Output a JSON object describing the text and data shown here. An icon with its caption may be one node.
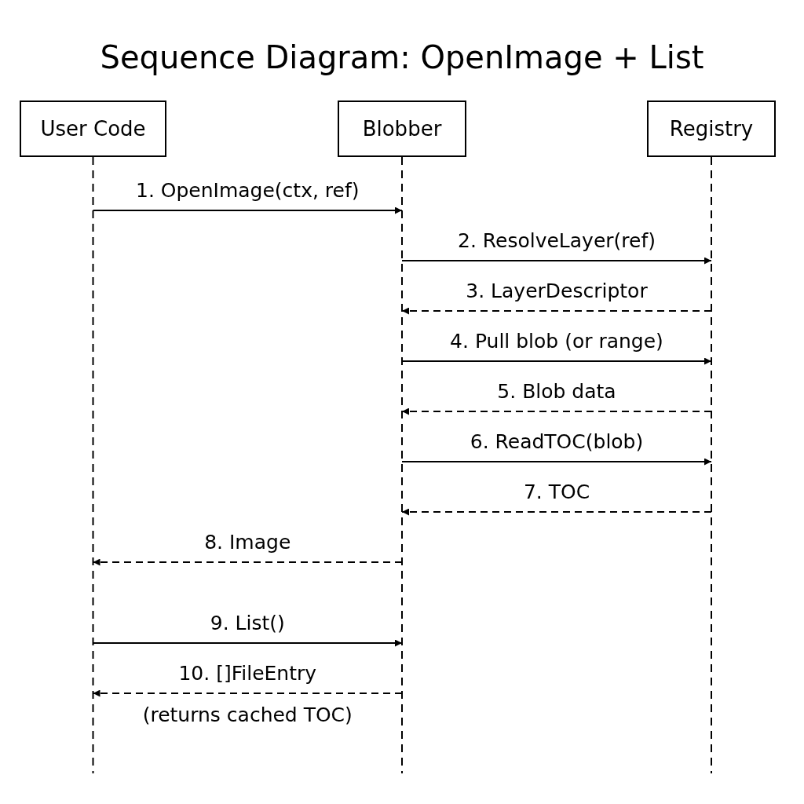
{
  "diagram": {
    "title": "Sequence Diagram: OpenImage + List",
    "nodes": [
      {
        "text": [
          "User Code"
        ]
      },
      {
        "text": [
          "Blobber"
        ]
      },
      {
        "text": [
          "Registry"
        ]
      }
    ],
    "edges": [
      {
        "from": 0,
        "to": 1,
        "arrow": "to",
        "label": "1. OpenImage(ctx, ref)"
      },
      {
        "from": 1,
        "to": 2,
        "arrow": "to",
        "label": "2. ResolveLayer(ref)"
      },
      {
        "from": 2,
        "to": 1,
        "arrow": "to",
        "label": "3. LayerDescriptor",
        "style": "dashed"
      },
      {
        "from": 1,
        "to": 2,
        "arrow": "to",
        "label": "4. Pull blob (or range)"
      },
      {
        "from": 2,
        "to": 1,
        "arrow": "to",
        "label": "5. Blob data",
        "style": "dashed"
      },
      {
        "from": 1,
        "to": 2,
        "arrow": "to",
        "label": "6. ReadTOC(blob)"
      },
      {
        "from": 2,
        "to": 1,
        "arrow": "to",
        "label": "7. TOC",
        "style": "dashed"
      },
      {
        "from": 1,
        "to": 0,
        "arrow": "to",
        "label": "8. Image",
        "style": "dashed"
      },
      {
        "from": 0,
        "to": 1,
        "arrow": "to",
        "label": "9. List()"
      },
      {
        "from": 1,
        "to": 0,
        "arrow": "to",
        "label": "10. []FileEntry",
        "style": "dashed"
      }
    ],
    "labels": [
      "(returns cached TOC)"
    ]
  }
}
